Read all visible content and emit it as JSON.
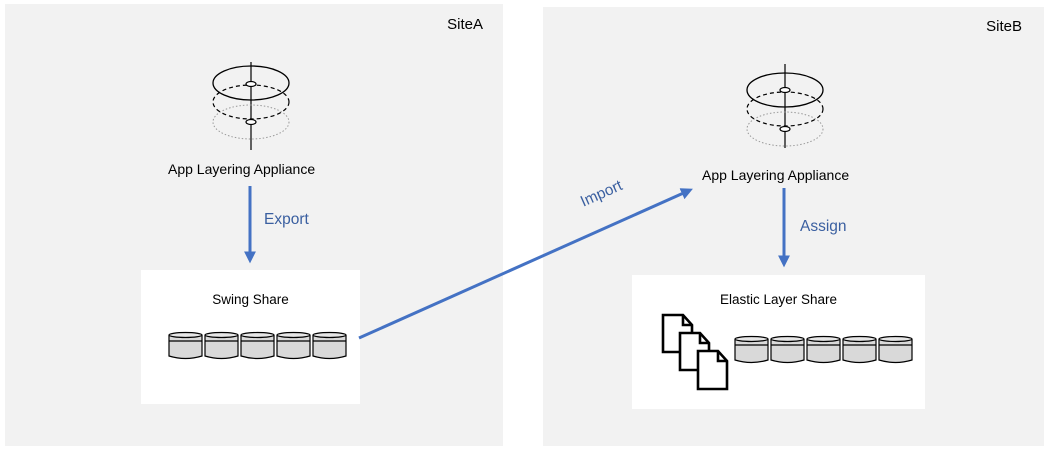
{
  "sites": [
    {
      "name": "SiteA",
      "appliance_label": "App Layering Appliance",
      "action_label": "Export",
      "share_label": "Swing Share",
      "disk_count": 5
    },
    {
      "name": "SiteB",
      "appliance_label": "App Layering Appliance",
      "action_label": "Assign",
      "share_label": "Elastic Layer Share",
      "disk_count": 5
    }
  ],
  "import_label": "Import",
  "colors": {
    "arrow": "#4472c4",
    "arrow_text": "#3a5fa0",
    "site_bg": "#f2f2f2",
    "share_bg": "#ffffff",
    "disk_fill": "#d9d9d9"
  }
}
